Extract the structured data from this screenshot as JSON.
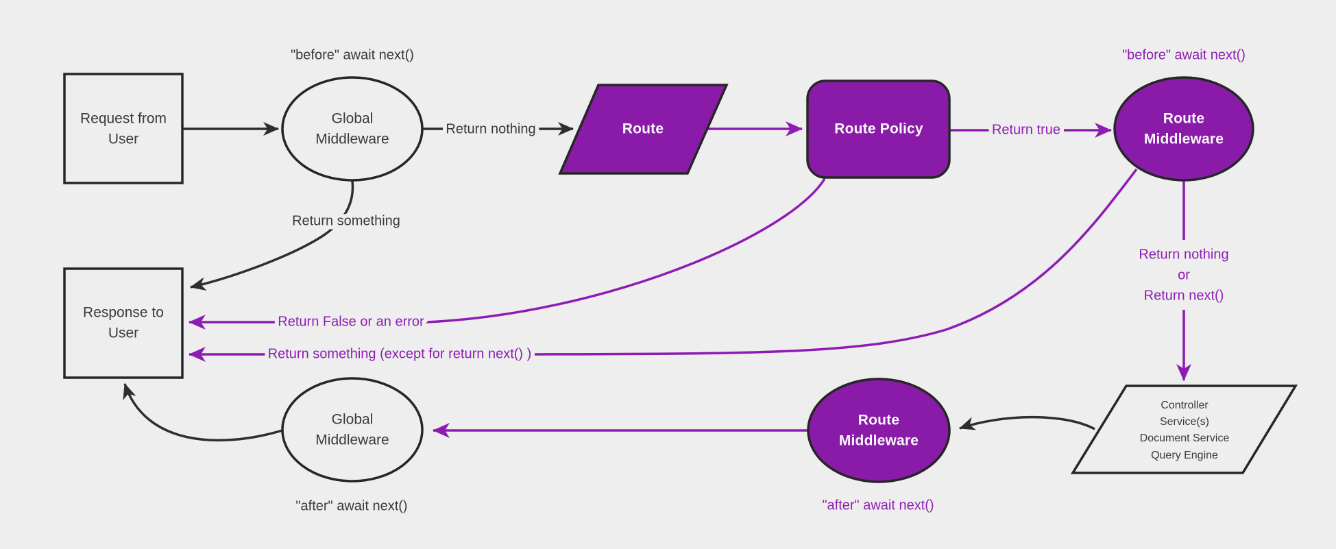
{
  "colors": {
    "background": "#eeeeee",
    "node_fill_light": "#eeeeee",
    "node_fill_purple": "#8a1ba8",
    "node_stroke": "#262626",
    "edge_black": "#2e2e2e",
    "edge_purple": "#8e1bb3",
    "text_dark": "#3a3a3a",
    "text_purple": "#8d1db2",
    "text_white": "#fbf7fc"
  },
  "nodes": {
    "request": {
      "line1": "Request from",
      "line2": "User"
    },
    "global_mw_top": {
      "line1": "Global",
      "line2": "Middleware"
    },
    "route": {
      "label": "Route"
    },
    "route_policy": {
      "label": "Route Policy"
    },
    "route_mw_top": {
      "line1": "Route",
      "line2": "Middleware"
    },
    "controller": {
      "line1": "Controller",
      "line2": "Service(s)",
      "line3": "Document Service",
      "line4": "Query Engine"
    },
    "route_mw_bottom": {
      "line1": "Route",
      "line2": "Middleware"
    },
    "global_mw_bottom": {
      "line1": "Global",
      "line2": "Middleware"
    },
    "response": {
      "line1": "Response to",
      "line2": "User"
    }
  },
  "labels": {
    "before_global": "\"before\" await next()",
    "before_route": "\"before\" await next()",
    "return_nothing": "Return nothing",
    "return_true": "Return true",
    "return_nothing_or_1": "Return nothing",
    "return_nothing_or_2": "or",
    "return_nothing_or_3": "Return next()",
    "return_something": "Return something",
    "return_false": "Return False or an error",
    "return_except": "Return something (except for return next() )",
    "after_route": "\"after\" await next()",
    "after_global": "\"after\" await next()"
  }
}
